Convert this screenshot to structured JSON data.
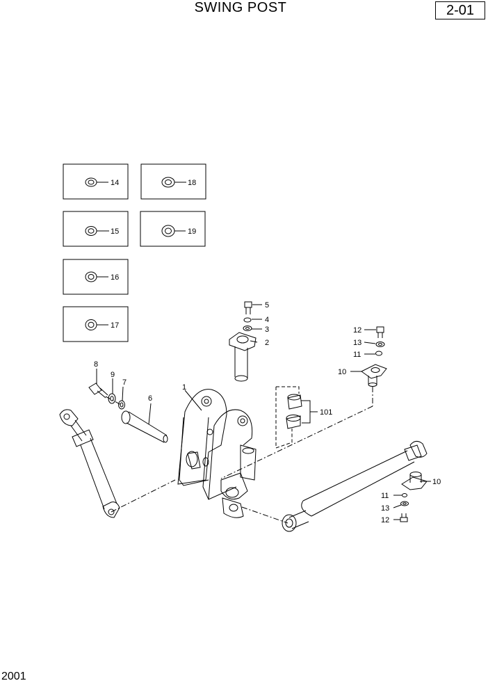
{
  "header": {
    "title": "SWING POST",
    "page_number": "2-01"
  },
  "footer": {
    "code": "2001"
  },
  "kit_boxes": [
    {
      "callout": "14"
    },
    {
      "callout": "18"
    },
    {
      "callout": "15"
    },
    {
      "callout": "19"
    },
    {
      "callout": "16"
    },
    {
      "callout": "17"
    }
  ],
  "callouts": {
    "c1": "1",
    "c2": "2",
    "c3": "3",
    "c4": "4",
    "c5": "5",
    "c6": "6",
    "c7": "7",
    "c8": "8",
    "c9": "9",
    "c10a": "10",
    "c10b": "10",
    "c11a": "11",
    "c11b": "11",
    "c12a": "12",
    "c12b": "12",
    "c13a": "13",
    "c13b": "13",
    "c101": "101"
  }
}
